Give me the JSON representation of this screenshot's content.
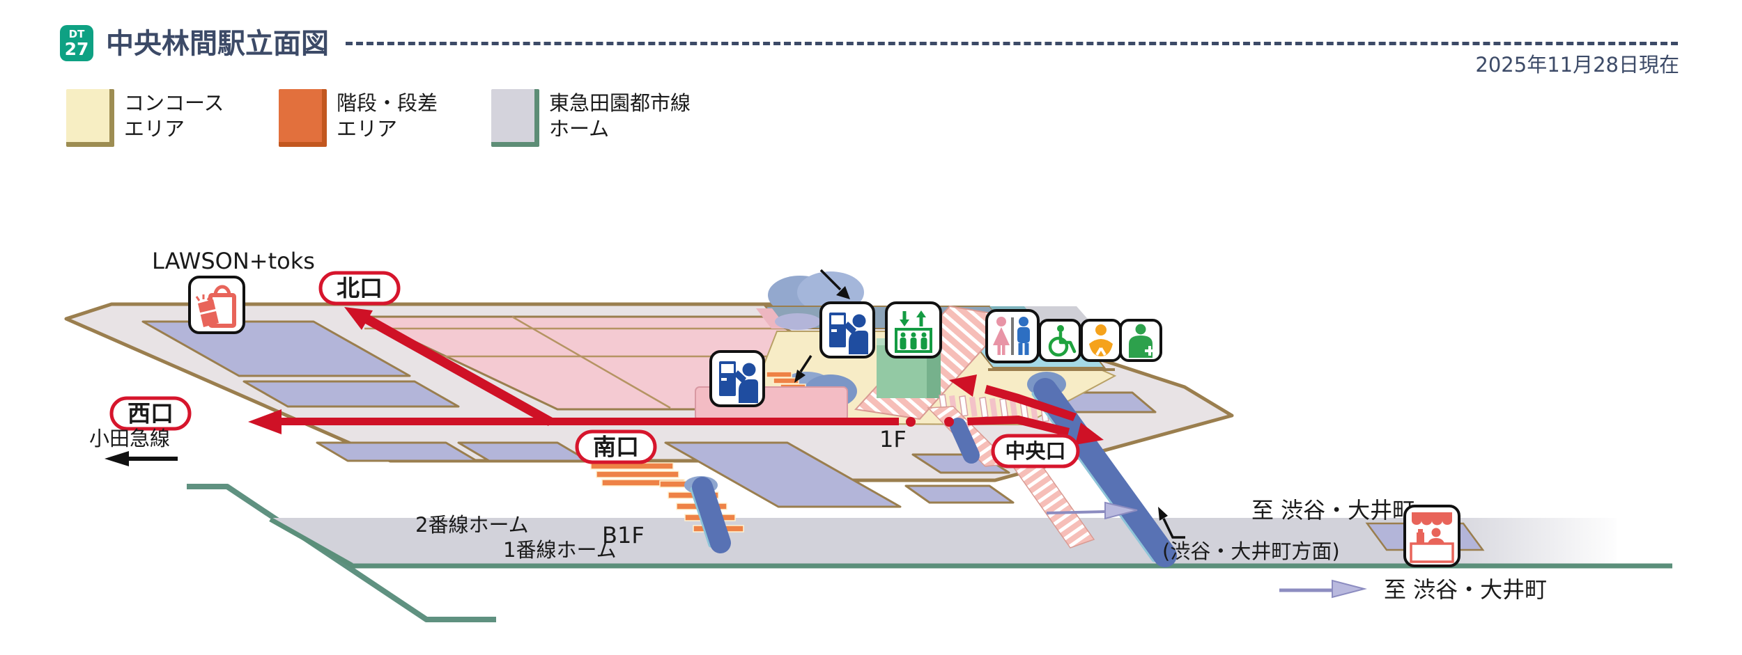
{
  "header": {
    "line_code": "DT",
    "station_number": "27",
    "title": "中央林間駅立面図",
    "date_note": "2025年11月28日現在"
  },
  "legend": {
    "items": [
      {
        "label": "コンコース\nエリア",
        "color": "#f7eec3",
        "border_color": "#9d8d52"
      },
      {
        "label": "階段・段差\nエリア",
        "color": "#e2703d",
        "border_color": "#c2571f"
      },
      {
        "label": "東急田園都市線\nホーム",
        "color": "#d4d3dc",
        "border_color": "#5d8d76"
      }
    ]
  },
  "diagram": {
    "store_label": "LAWSON+toks",
    "exits": {
      "north": "北口",
      "west": "西口",
      "south": "南口",
      "central": "中央口"
    },
    "odakyu_label": "小田急線",
    "floors": {
      "ground": "1F",
      "basement": "B1F"
    },
    "platforms": {
      "line2": "2番線ホーム",
      "line1": "1番線ホーム"
    },
    "direction_upper": "至 渋谷・大井町",
    "direction_note": "(渋谷・大井町方面)",
    "direction_lower": "至 渋谷・大井町",
    "icons": [
      "store-icon",
      "ticket-machine-icon",
      "ticket-machine-icon",
      "elevator-icon",
      "restroom-icon",
      "wheelchair-icon",
      "baby-care-icon",
      "multipurpose-toilet-icon",
      "kiosk-icon"
    ],
    "colors": {
      "route_red": "#cf1126",
      "exit_oval_red": "#d6152c",
      "line_badge_green": "#0ea183",
      "title_navy": "#3c4a67",
      "track_green": "#5b8f7a",
      "escalator_blue": "#5872b4",
      "concourse_cream": "#f7ecc6",
      "stairs_orange": "#ee8246",
      "block_lavender": "#b3b5d9",
      "block_pink": "#f4cad2",
      "platform_gray": "#d2d2da",
      "outline_tan": "#9a7e4e"
    }
  }
}
